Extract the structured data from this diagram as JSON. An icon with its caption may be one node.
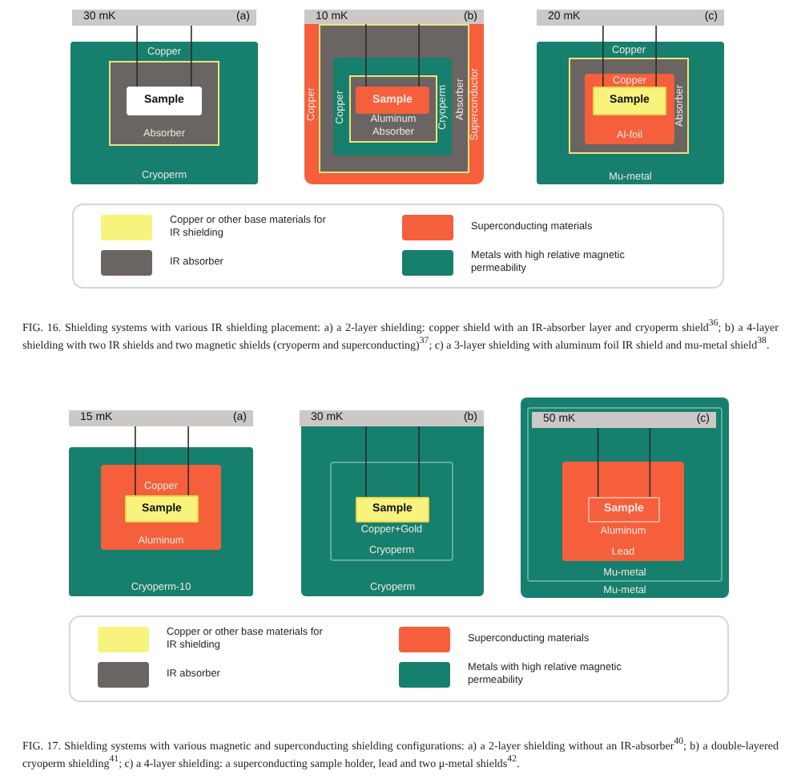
{
  "diagram": {
    "nodes": [
      {
        "text": [
          "30 mK",
          "(a)"
        ]
      },
      {
        "text": [
          "Cryoperm"
        ]
      },
      {
        "text": [
          "Copper",
          "Absorber"
        ],
        "in": 1
      },
      {
        "text": [
          "Sample"
        ],
        "in": 2
      },
      {
        "text": [
          "10 mK",
          "(b)"
        ]
      },
      {
        "text": [
          "Copper",
          "Superconductor"
        ]
      },
      {
        "text": [
          "Absorber"
        ],
        "in": 5
      },
      {
        "text": [
          "Copper",
          "Cryoperm"
        ],
        "in": 6
      },
      {
        "text": [
          "Aluminum",
          "Absorber"
        ],
        "in": 7
      },
      {
        "text": [
          "Sample"
        ],
        "in": 8
      },
      {
        "text": [
          "20 mK",
          "(c)"
        ]
      },
      {
        "text": [
          "Mu-metal"
        ]
      },
      {
        "text": [
          "Copper",
          "Absorber"
        ],
        "in": 11
      },
      {
        "text": [
          "Copper",
          "Al-foil"
        ],
        "in": 12
      },
      {
        "text": [
          "Sample"
        ],
        "in": 13
      },
      {
        "text": [
          "15 mK",
          "(a)"
        ]
      },
      {
        "text": [
          "Cryoperm-10"
        ]
      },
      {
        "text": [
          "Copper",
          "Aluminum"
        ],
        "in": 16
      },
      {
        "text": [
          "Sample"
        ],
        "in": 17
      },
      {
        "text": [
          "30 mK",
          "(b)"
        ]
      },
      {
        "text": [
          "Cryoperm"
        ]
      },
      {
        "text": [
          "Copper+Gold",
          "Cryoperm"
        ],
        "in": 20
      },
      {
        "text": [
          "Sample"
        ],
        "in": 21
      },
      {
        "text": [
          "Mu-metal"
        ]
      },
      {
        "text": [
          "Mu-metal"
        ],
        "in": 23
      },
      {
        "text": [
          "50 mK",
          "(c)"
        ],
        "in": 24
      },
      {
        "text": [
          "Aluminum",
          "Lead"
        ],
        "in": 24
      },
      {
        "text": [
          "Sample"
        ],
        "in": 26
      }
    ],
    "edges": [
      {
        "from": 0,
        "to": 3,
        "arrow": "none"
      },
      {
        "from": 0,
        "to": 3,
        "arrow": "none"
      },
      {
        "from": 4,
        "to": 9,
        "arrow": "none"
      },
      {
        "from": 4,
        "to": 9,
        "arrow": "none"
      },
      {
        "from": 10,
        "to": 14,
        "arrow": "none"
      },
      {
        "from": 10,
        "to": 14,
        "arrow": "none"
      },
      {
        "from": 15,
        "to": 18,
        "arrow": "none"
      },
      {
        "from": 15,
        "to": 18,
        "arrow": "none"
      },
      {
        "from": 19,
        "to": 22,
        "arrow": "none"
      },
      {
        "from": 19,
        "to": 22,
        "arrow": "none"
      },
      {
        "from": 25,
        "to": 27,
        "arrow": "none"
      },
      {
        "from": 25,
        "to": 27,
        "arrow": "none"
      }
    ],
    "labels": [
      "FIG. 16.  Shielding systems with various IR shielding placement: a) a 2-layer shielding: copper shield with an IR-absorber layer and cryoperm shield$^{36}$; b) a 4-layer shielding with two IR shields and two magnetic shields (cryoperm and superconducting)$^{37}$; c) a 3-layer shielding with aluminum foil IR shield and mu-metal shield$^{38}$.",
      "FIG. 17.    Shielding systems with various magnetic and superconducting shielding configurations: a) a 2-layer shielding without an IR-absorber$^{40}$; b) a double-layered cryoperm shielding$^{41}$; c) a 4-layer shielding: a superconducting sample holder, lead and two μ-metal shields$^{42}$."
    ],
    "legend": [
      {
        "text": "Copper or other base materials for IR shielding",
        "color": "#f8f37c"
      },
      {
        "text": "Superconducting materials",
        "color": "#f55f3c"
      },
      {
        "text": "IR absorber",
        "color": "#6a6462"
      },
      {
        "text": "Metals with high relative magnetic permeability",
        "color": "#177f6d"
      },
      {
        "text": "Copper or other base materials for IR shielding",
        "color": "#f8f37c"
      },
      {
        "text": "Superconducting materials",
        "color": "#f55f3c"
      },
      {
        "text": "IR absorber",
        "color": "#6a6462"
      },
      {
        "text": "Metals with high relative magnetic permeability",
        "color": "#177f6d"
      }
    ]
  }
}
